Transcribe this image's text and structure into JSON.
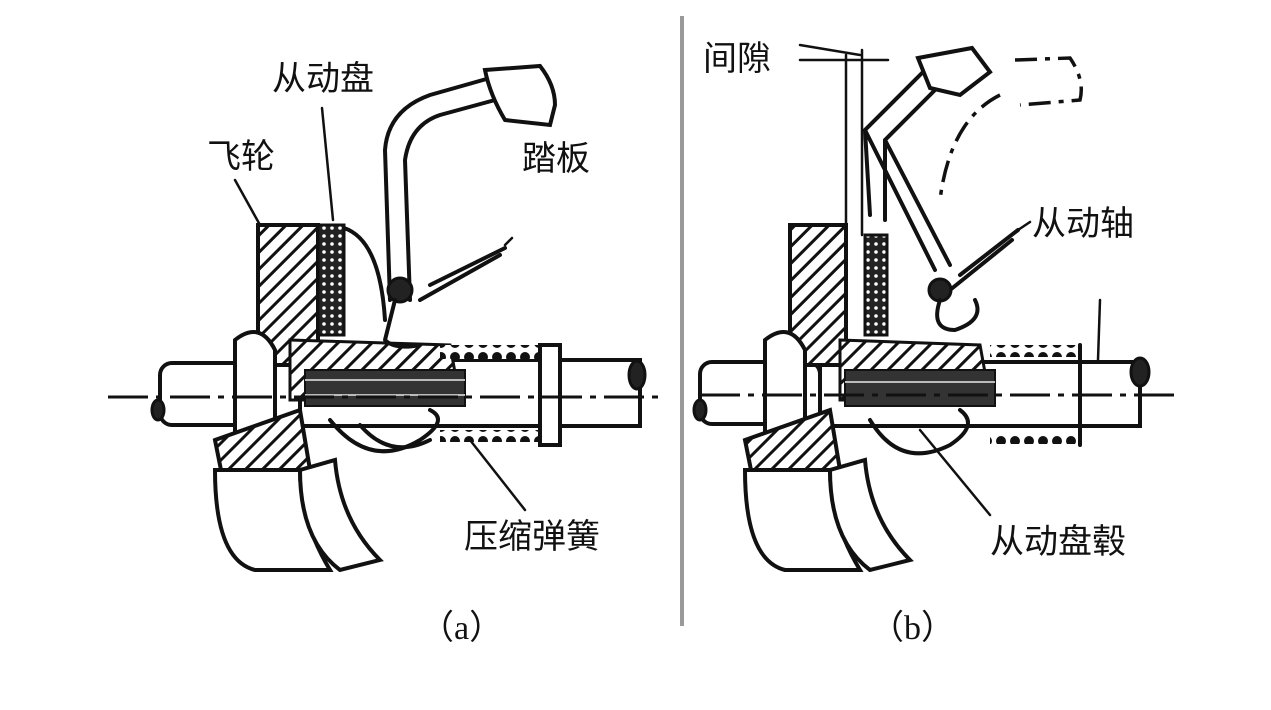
{
  "figure": {
    "panel_a": {
      "caption": "（a）",
      "labels": {
        "driven_disc": "从动盘",
        "flywheel": "飞轮",
        "pedal": "踏板",
        "compression_spring": "压缩弹簧"
      }
    },
    "panel_b": {
      "caption": "（b）",
      "labels": {
        "gap": "间隙",
        "driven_shaft": "从动轴",
        "driven_disc_hub": "从动盘毂"
      }
    },
    "colors": {
      "line": "#111111",
      "divider": "#9a9a9a",
      "background": "#ffffff"
    }
  }
}
